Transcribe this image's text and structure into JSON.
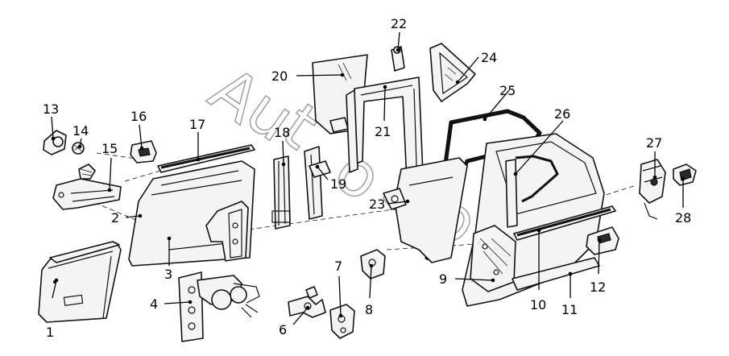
{
  "watermark": {
    "letters": [
      "A",
      "u",
      "t",
      "o",
      "S",
      "o"
    ],
    "color": "#9a9a9a"
  },
  "callouts": [
    "1",
    "2",
    "3",
    "4",
    "6",
    "7",
    "8",
    "9",
    "10",
    "11",
    "12",
    "13",
    "14",
    "15",
    "16",
    "17",
    "18",
    "19",
    "20",
    "21",
    "22",
    "23",
    "24",
    "25",
    "26",
    "27",
    "28"
  ],
  "colors": {
    "ink": "#111111",
    "fill": "#f4f4f4",
    "background": "#ffffff"
  }
}
